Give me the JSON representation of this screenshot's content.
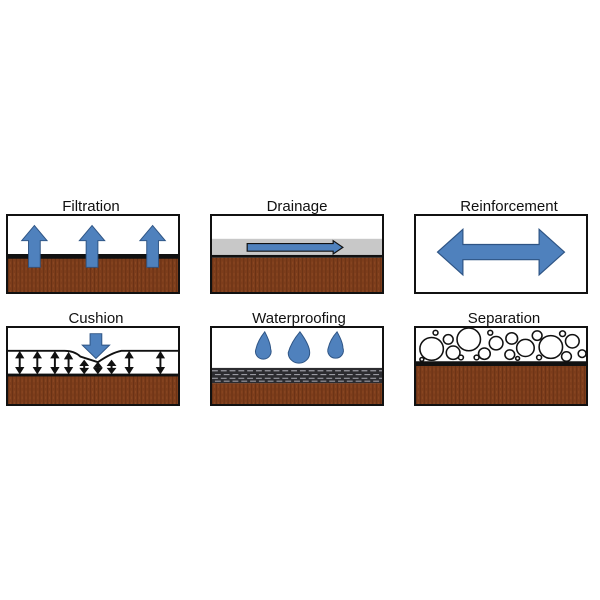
{
  "panels": [
    {
      "title": "Filtration"
    },
    {
      "title": "Drainage"
    },
    {
      "title": "Reinforcement"
    },
    {
      "title": "Cushion"
    },
    {
      "title": "Waterproofing"
    },
    {
      "title": "Separation"
    }
  ],
  "colors": {
    "soil": "#7d3d1b",
    "soil_stripe": "#6a3215",
    "arrow_fill": "#4f81bd",
    "arrow_stroke": "#2e5484",
    "drain_layer": "#c8c8c8",
    "outline": "#111111"
  },
  "icons": [
    "up-arrow-icon",
    "right-arrow-icon",
    "double-arrow-icon",
    "down-arrow-icon",
    "water-drop-icon",
    "stone-icon"
  ]
}
